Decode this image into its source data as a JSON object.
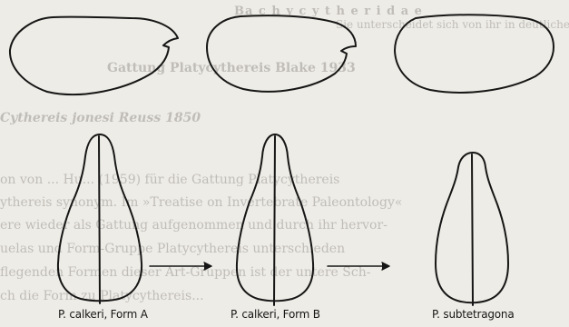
{
  "captions": {
    "form_a": "P. calkeri, Form A",
    "form_b": "P. calkeri, Form B",
    "subtetragona": "P. subtetragona"
  },
  "show_through": {
    "family_heading": "Ba c h y c y t h e r i d a e",
    "genus_heading": "Gattung Platycythereis Blake 1933",
    "species_heading": "Cythereis jonesi Reuss 1850",
    "body_lines": [
      "on von ... Hu... (1959) für die Gattung Platycythereis",
      "ythereis synonym. Im »Treatise on Invertebrate Paleontology«",
      "ere wieder als Gattung aufgenommen und durch ihr hervor-",
      "uelas und Form-Gruppe Platycythereis unterschieden",
      "flegenden Formen dieser Art-Gruppen ist der untere Sch-",
      "ch die Form zu Platycythereis..."
    ],
    "top_right_lines": [
      "Sie unterscheidet sich von ihr in deutlicher..."
    ]
  },
  "colors": {
    "paper": "#eeece6",
    "ink": "#161616",
    "show_through": "#9f9c97"
  }
}
